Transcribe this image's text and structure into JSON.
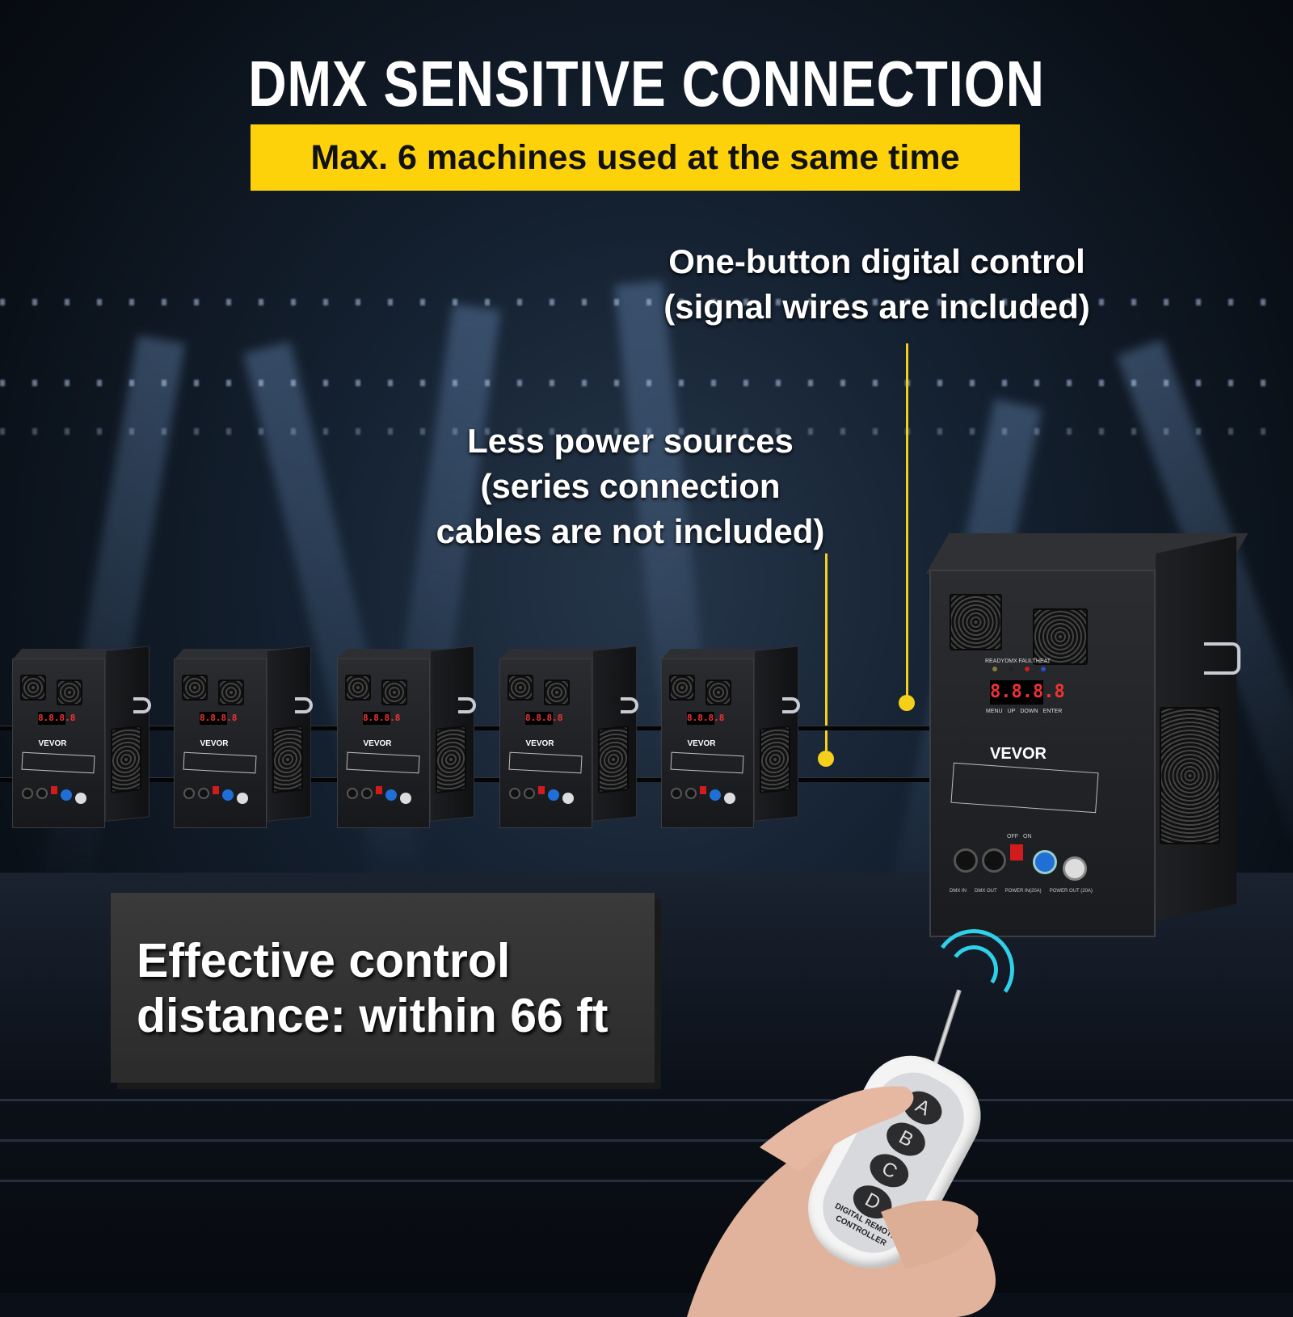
{
  "title": "DMX SENSITIVE CONNECTION",
  "banner": "Max. 6 machines used at the same time",
  "callouts": {
    "digital_control": [
      "One-button digital control",
      "(signal wires are included)"
    ],
    "power_sources": [
      "Less power sources",
      "(series connection",
      "cables are not included)"
    ]
  },
  "control_distance": [
    "Effective control",
    "distance: within 66 ft"
  ],
  "machines": {
    "brand": "VEVOR",
    "display": "8.8.8.8",
    "buttons": [
      "MENU",
      "UP",
      "DOWN",
      "ENTER"
    ],
    "indicators": [
      "READY",
      "DMX",
      "FAULT",
      "HEAT"
    ],
    "ports": [
      "DMX IN",
      "DMX OUT",
      "POWER IN(20A)",
      "POWER OUT (20A)"
    ],
    "switch": [
      "OFF",
      "ON"
    ],
    "count_small": 5
  },
  "remote": {
    "buttons": [
      "A",
      "B",
      "C",
      "D"
    ],
    "label": "DIGITAL REMOTE CONTROLLER"
  },
  "colors": {
    "accent_yellow": "#fdd20b",
    "signal_cyan": "#2fd0ea"
  }
}
